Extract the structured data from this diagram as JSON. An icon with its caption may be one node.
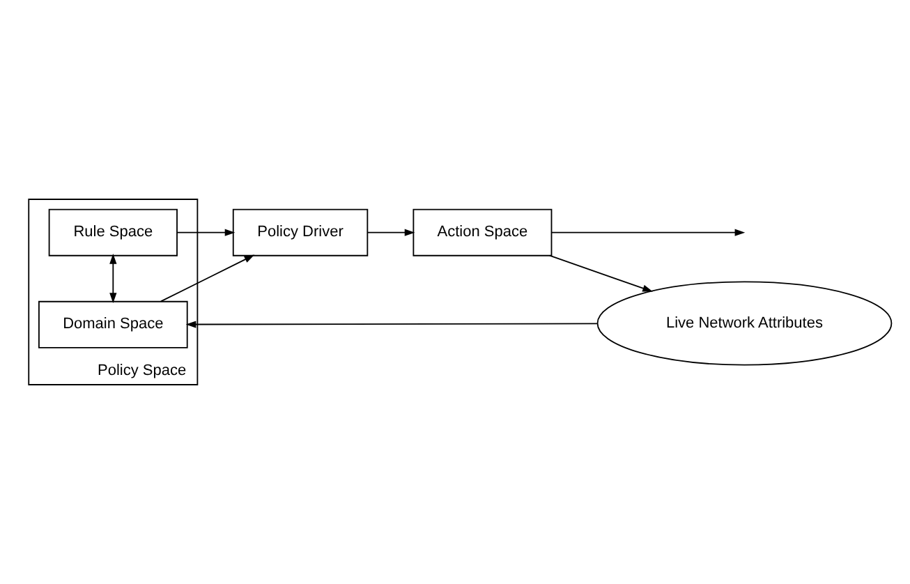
{
  "diagram": {
    "nodes": [
      {
        "text": [
          "Live Network Attributes"
        ]
      },
      {
        "text": [
          "Policy Space"
        ]
      },
      {
        "text": [
          "Domain Space"
        ],
        "in": 1
      },
      {
        "text": [
          "Rule Space"
        ],
        "in": 1
      },
      {
        "text": [
          "Policy Driver"
        ]
      },
      {
        "text": [
          "Action Space"
        ]
      }
    ],
    "edges": [
      {
        "from": 0,
        "to": 2,
        "arrow": "to"
      },
      {
        "from": 2,
        "to": 3,
        "arrow": "both"
      },
      {
        "from": 2,
        "to": 4,
        "arrow": "to"
      },
      {
        "from": 3,
        "to": 4,
        "arrow": "to"
      },
      {
        "from": 4,
        "to": 5,
        "arrow": "to"
      },
      {
        "from": 5,
        "to": 0,
        "arrow": "to"
      },
      {
        "from": 5,
        "to": null,
        "arrow": "to"
      }
    ]
  }
}
